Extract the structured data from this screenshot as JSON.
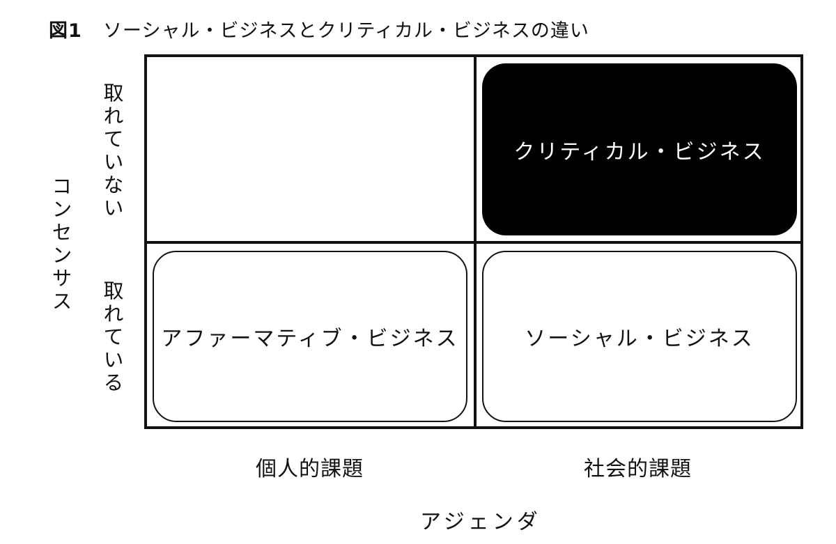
{
  "figure": {
    "label": "図1",
    "title": "ソーシャル・ビジネスとクリティカル・ビジネスの違い"
  },
  "axes": {
    "y_title": "コンセンサス",
    "y_top": "取れていない",
    "y_bottom": "取れている",
    "x_left": "個人的課題",
    "x_right": "社会的課題",
    "x_title": "アジェンダ"
  },
  "quadrants": {
    "top_right": "クリティカル・ビジネス",
    "bottom_left": "アファーマティブ・ビジネス",
    "bottom_right": "ソーシャル・ビジネス",
    "top_left": ""
  },
  "colors": {
    "highlight_fill": "#000000",
    "highlight_text": "#ffffff",
    "line": "#111111"
  }
}
